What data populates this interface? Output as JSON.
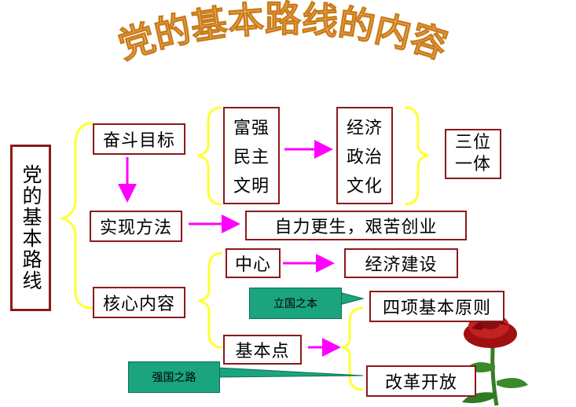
{
  "title": "党的基本路线的内容",
  "main_label": "党的基本路线",
  "goal": {
    "label": "奋斗目标",
    "items": [
      "富强",
      "民主",
      "文明"
    ],
    "aspects": [
      "经济",
      "政治",
      "文化"
    ],
    "summary": "三位一体"
  },
  "method": {
    "label": "实现方法",
    "value": "自力更生，艰苦创业"
  },
  "core": {
    "label": "核心内容",
    "center_label": "中心",
    "center_value": "经济建设",
    "basic_point_label": "基本点",
    "principle": "四项基本原则",
    "reform": "改革开放",
    "callout_principle": "立国之本",
    "callout_reform": "强国之路"
  },
  "colors": {
    "bracket": "#ffff33",
    "arrow": "#ff00ff",
    "border": "#8b1a1a",
    "callout": "#1aa57e",
    "title": "#f6b25c"
  }
}
